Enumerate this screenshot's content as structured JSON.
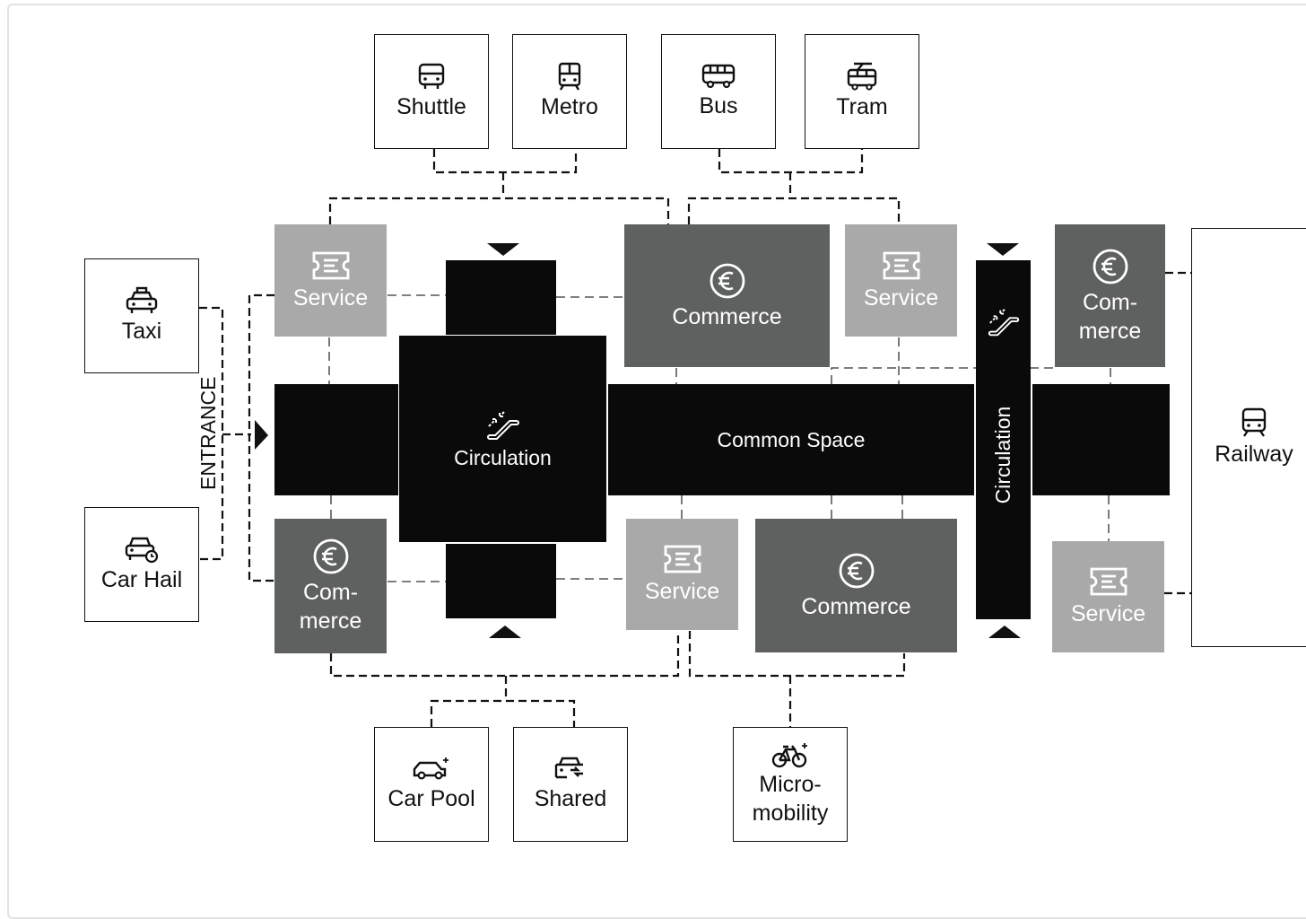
{
  "modes_top": {
    "shuttle": {
      "label": "Shuttle",
      "icon": "shuttle-icon"
    },
    "metro": {
      "label": "Metro",
      "icon": "metro-icon"
    },
    "bus": {
      "label": "Bus",
      "icon": "bus-icon"
    },
    "tram": {
      "label": "Tram",
      "icon": "tram-icon"
    }
  },
  "modes_left": {
    "taxi": {
      "label": "Taxi",
      "icon": "taxi-icon"
    },
    "car_hail": {
      "label": "Car Hail",
      "icon": "car-hail-icon"
    }
  },
  "modes_bottom": {
    "car_pool": {
      "label": "Car Pool",
      "icon": "car-pool-icon"
    },
    "shared": {
      "label": "Shared",
      "icon": "shared-car-icon"
    },
    "micromobility": {
      "label": "Micro-\nmobility",
      "icon": "bicycle-icon"
    }
  },
  "railway": {
    "label": "Railway",
    "icon": "train-icon"
  },
  "entrance": {
    "label": "ENTRANCE"
  },
  "zones": {
    "service_label": "Service",
    "commerce_label": "Commerce",
    "commerce_split_label": "Com-\nmerce",
    "circulation_label": "Circulation",
    "common_space_label": "Common Space"
  },
  "colors": {
    "service": "#a9a9a9",
    "commerce": "#5f6160",
    "circulation": "#0a0a0a",
    "outline": "#111111"
  }
}
